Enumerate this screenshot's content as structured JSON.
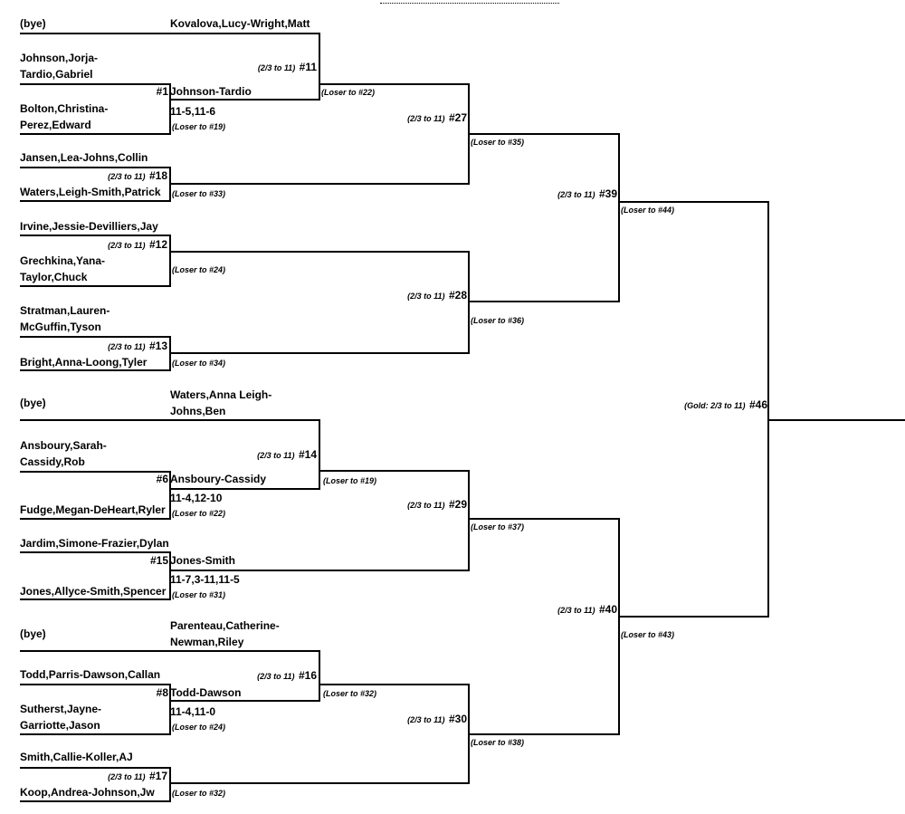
{
  "players": {
    "bye1": "(bye)",
    "johnson_tardio_1": "Johnson,Jorja-",
    "johnson_tardio_2": "Tardio,Gabriel",
    "bolton_perez_1": "Bolton,Christina-",
    "bolton_perez_2": "Perez,Edward",
    "jansen_johns": "Jansen,Lea-Johns,Collin",
    "waters_smith": "Waters,Leigh-Smith,Patrick",
    "irvine_devilliers": "Irvine,Jessie-Devilliers,Jay",
    "grechkina_taylor_1": "Grechkina,Yana-",
    "grechkina_taylor_2": "Taylor,Chuck",
    "stratman_mcguffin_1": "Stratman,Lauren-",
    "stratman_mcguffin_2": "McGuffin,Tyson",
    "bright_loong": "Bright,Anna-Loong,Tyler",
    "bye2": "(bye)",
    "ansboury_cassidy_1": "Ansboury,Sarah-",
    "ansboury_cassidy_2": "Cassidy,Rob",
    "fudge_deheart": "Fudge,Megan-DeHeart,Ryler",
    "jardim_frazier": "Jardim,Simone-Frazier,Dylan",
    "jones_smith": "Jones,Allyce-Smith,Spencer",
    "bye3": "(bye)",
    "todd_dawson": "Todd,Parris-Dawson,Callan",
    "sutherst_garriotte_1": "Sutherst,Jayne-",
    "sutherst_garriotte_2": "Garriotte,Jason",
    "smith_koller": "Smith,Callie-Koller,AJ",
    "koop_johnson": "Koop,Andrea-Johnson,Jw"
  },
  "seeded": {
    "kovalova_wright": "Kovalova,Lucy-Wright,Matt",
    "waters_johns_1": "Waters,Anna Leigh-",
    "waters_johns_2": "Johns,Ben",
    "parenteau_newman_1": "Parenteau,Catherine-",
    "parenteau_newman_2": "Newman,Riley"
  },
  "results": {
    "m1": {
      "num": "#1",
      "winner": "Johnson-Tardio",
      "score": "11-5,11-6",
      "loser": "(Loser to #19)"
    },
    "m6": {
      "num": "#6",
      "winner": "Ansboury-Cassidy",
      "score": "11-4,12-10",
      "loser": "(Loser to #22)"
    },
    "m15": {
      "num": "#15",
      "winner": "Jones-Smith",
      "score": "11-7,3-11,11-5",
      "loser": "(Loser to #31)"
    },
    "m8": {
      "num": "#8",
      "winner": "Todd-Dawson",
      "score": "11-4,11-0",
      "loser": "(Loser to #24)"
    }
  },
  "matches": {
    "m11": {
      "fmt": "(2/3 to 11)",
      "num": "#11",
      "loser": "(Loser to #22)"
    },
    "m18": {
      "fmt": "(2/3 to 11)",
      "num": "#18",
      "loser": "(Loser to #33)"
    },
    "m12": {
      "fmt": "(2/3 to 11)",
      "num": "#12",
      "loser": "(Loser to #24)"
    },
    "m13": {
      "fmt": "(2/3 to 11)",
      "num": "#13",
      "loser": "(Loser to #34)"
    },
    "m14": {
      "fmt": "(2/3 to 11)",
      "num": "#14",
      "loser": "(Loser to #19)"
    },
    "m16": {
      "fmt": "(2/3 to 11)",
      "num": "#16",
      "loser": "(Loser to #32)"
    },
    "m17": {
      "fmt": "(2/3 to 11)",
      "num": "#17",
      "loser": "(Loser to #32)"
    },
    "m27": {
      "fmt": "(2/3 to 11)",
      "num": "#27",
      "loser": "(Loser to #35)"
    },
    "m28": {
      "fmt": "(2/3 to 11)",
      "num": "#28",
      "loser": "(Loser to #36)"
    },
    "m29": {
      "fmt": "(2/3 to 11)",
      "num": "#29",
      "loser": "(Loser to #37)"
    },
    "m30": {
      "fmt": "(2/3 to 11)",
      "num": "#30",
      "loser": "(Loser to #38)"
    },
    "m39": {
      "fmt": "(2/3 to 11)",
      "num": "#39",
      "loser": "(Loser to #44)"
    },
    "m40": {
      "fmt": "(2/3 to 11)",
      "num": "#40",
      "loser": "(Loser to #43)"
    },
    "m46": {
      "fmt": "(Gold: 2/3 to 11)",
      "num": "#46"
    }
  }
}
